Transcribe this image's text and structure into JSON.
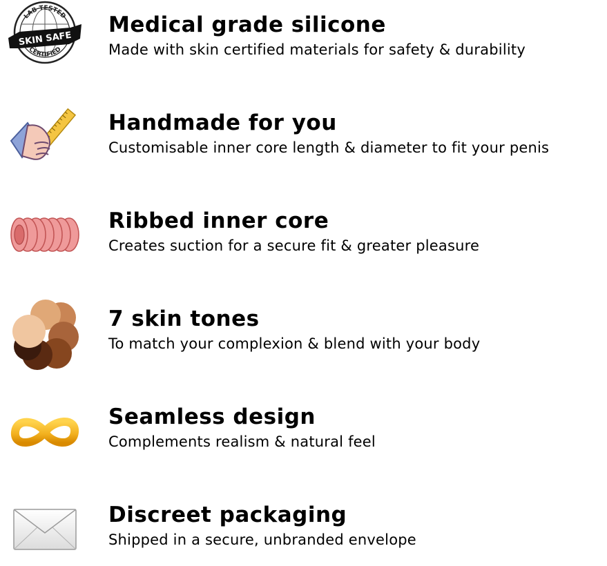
{
  "badge_text": {
    "top": "LAB TESTED",
    "middle": "SKIN SAFE",
    "bottom": "CERTIFIED"
  },
  "features": [
    {
      "icon": "skin-safe-badge-icon",
      "title": "Medical grade silicone",
      "description": "Made with skin certified materials for safety & durability"
    },
    {
      "icon": "hand-ruler-icon",
      "title": "Handmade for you",
      "description": "Customisable inner core length & diameter to fit your penis"
    },
    {
      "icon": "ribbed-core-icon",
      "title": "Ribbed inner core",
      "description": "Creates suction for a secure fit & greater pleasure"
    },
    {
      "icon": "skin-tones-icon",
      "title": "7 skin tones",
      "description": "To match your complexion & blend with your body"
    },
    {
      "icon": "infinity-icon",
      "title": "Seamless design",
      "description": "Complements realism & natural feel"
    },
    {
      "icon": "envelope-icon",
      "title": "Discreet packaging",
      "description": "Shipped in a secure, unbranded envelope"
    }
  ],
  "colors": {
    "text": "#000000",
    "rib_pink": "#ef9a9a",
    "rib_dark": "#d96b6b",
    "infinity_gold": "#f2b01e",
    "skin_tones": [
      "#f0c6a0",
      "#e0a877",
      "#c98555",
      "#a8643b",
      "#86461f",
      "#5a2a12",
      "#3a1a0d"
    ]
  }
}
